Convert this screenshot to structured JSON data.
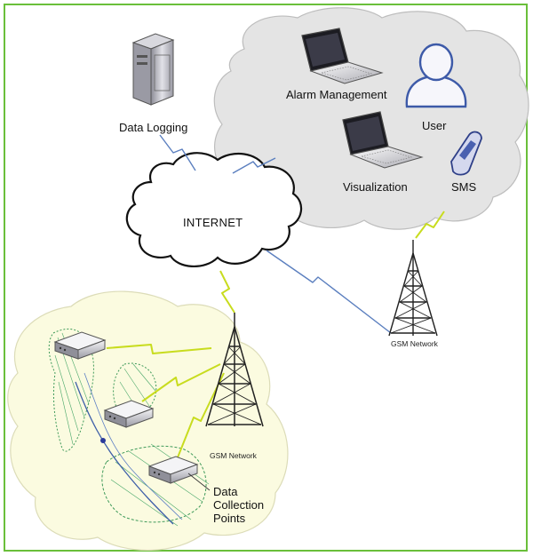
{
  "nodes": {
    "data_logging": "Data Logging",
    "alarm_management": "Alarm Management",
    "user": "User",
    "visualization": "Visualization",
    "sms": "SMS",
    "internet": "INTERNET",
    "gsm_network_right": "GSM Network",
    "gsm_network_left": "GSM Network",
    "data_collection_points": [
      "Data",
      "Collection",
      "Points"
    ]
  },
  "colors": {
    "frame": "#6abf3a",
    "wireless_link": "#5b7fbf",
    "gsm_link": "#c8dc1e",
    "cloud_gray": "#e4e4e4",
    "field_cloud": "#fbfbe0"
  }
}
